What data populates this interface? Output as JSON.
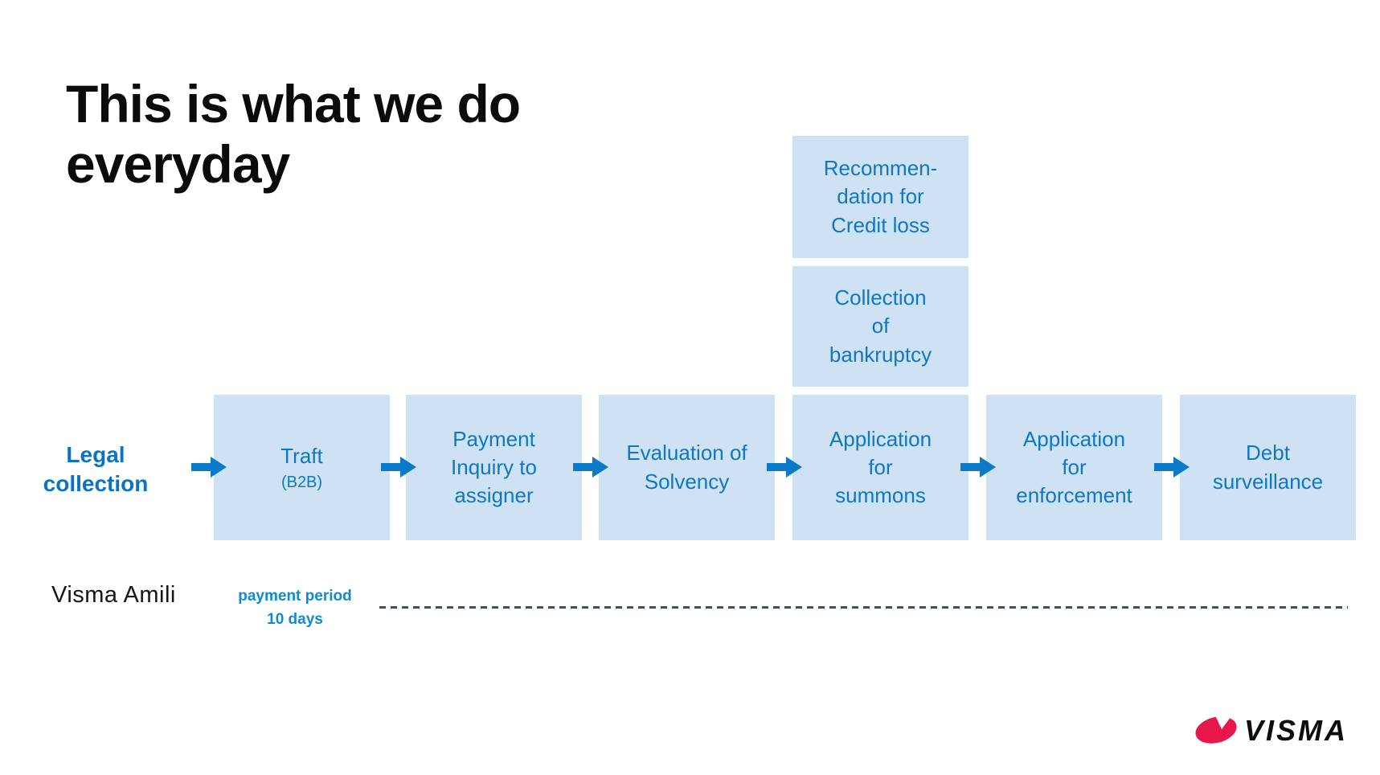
{
  "slide": {
    "title": "This is what we do\neveryday",
    "flow_label": "Legal\ncollection"
  },
  "flow": {
    "steps": [
      {
        "label": "Traft",
        "sublabel": "(B2B)"
      },
      {
        "label": "Payment\nInquiry to\nassigner"
      },
      {
        "label": "Evaluation of\nSolvency"
      },
      {
        "label": "Application\nfor\nsummons"
      },
      {
        "label": "Application\nfor\nenforcement"
      },
      {
        "label": "Debt\nsurveillance"
      }
    ],
    "branch": [
      {
        "label": "Recommen-\ndation for\nCredit loss"
      },
      {
        "label": "Collection\nof\nbankruptcy"
      }
    ]
  },
  "timeline": {
    "brand": "Visma Amili",
    "note": "payment period\n10 days"
  },
  "logo": {
    "text": "VISMA"
  },
  "colors": {
    "box_fill": "#cfe2f4",
    "box_text": "#0e78c4",
    "arrow_blue": "#0b7ac9",
    "label_blue": "#0b74c2",
    "note_blue": "#1289d6",
    "dash_slate": "#405060",
    "title_black": "#0b0b0b",
    "logo_pink": "#e8174b"
  }
}
